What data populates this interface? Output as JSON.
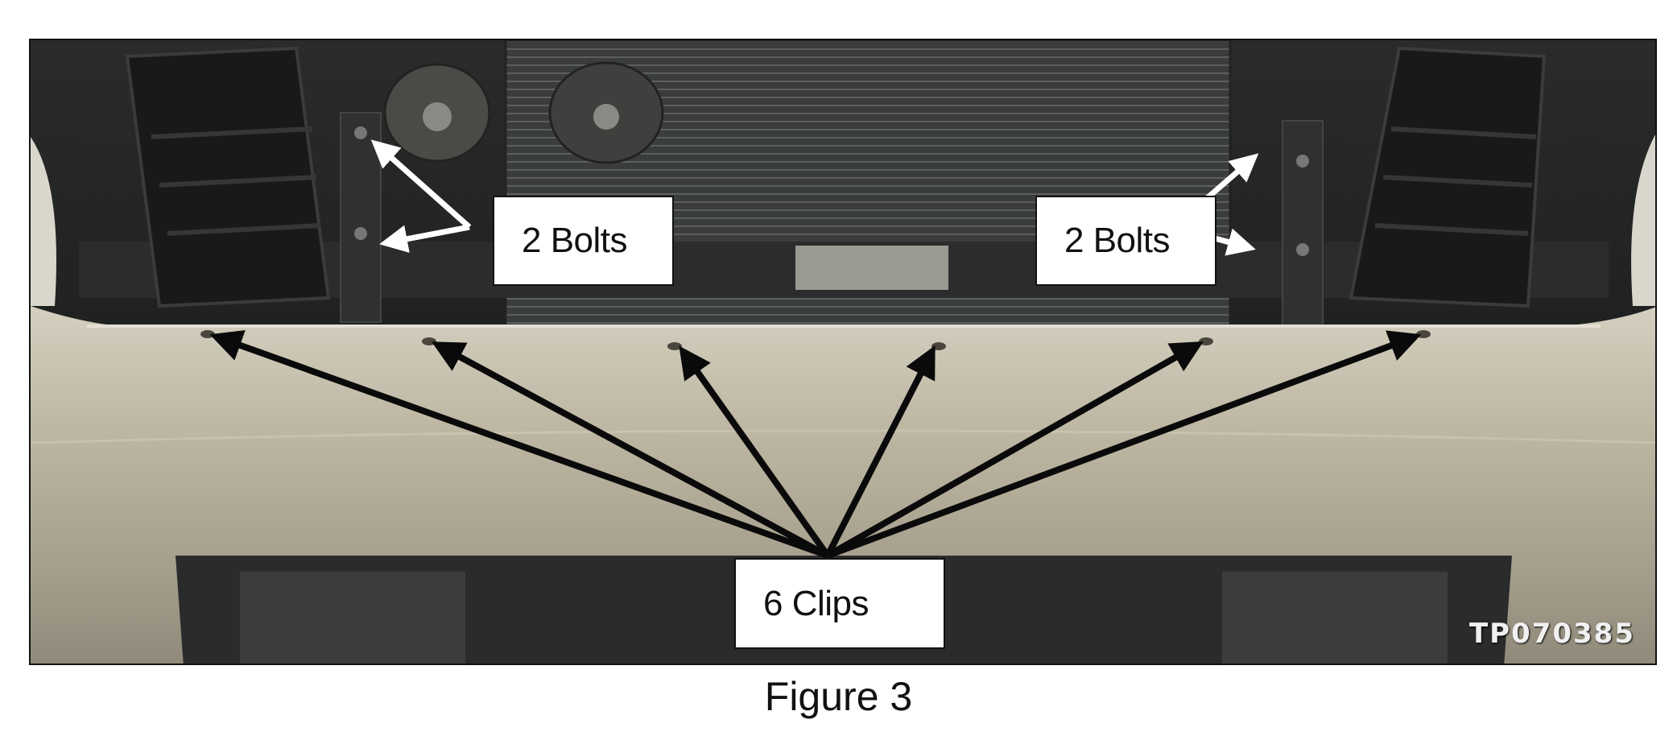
{
  "figure": {
    "caption": "Figure 3",
    "photo_id": "TP070385"
  },
  "callouts": {
    "left_bolts": "2 Bolts",
    "right_bolts": "2 Bolts",
    "clips": "6 Clips"
  },
  "colors": {
    "bumper": "#b9b3a1",
    "grille_dark": "#1e1f1f",
    "radiator": "#3c3e3e",
    "arrow_black": "#0a0a0a",
    "arrow_white": "#ffffff"
  }
}
